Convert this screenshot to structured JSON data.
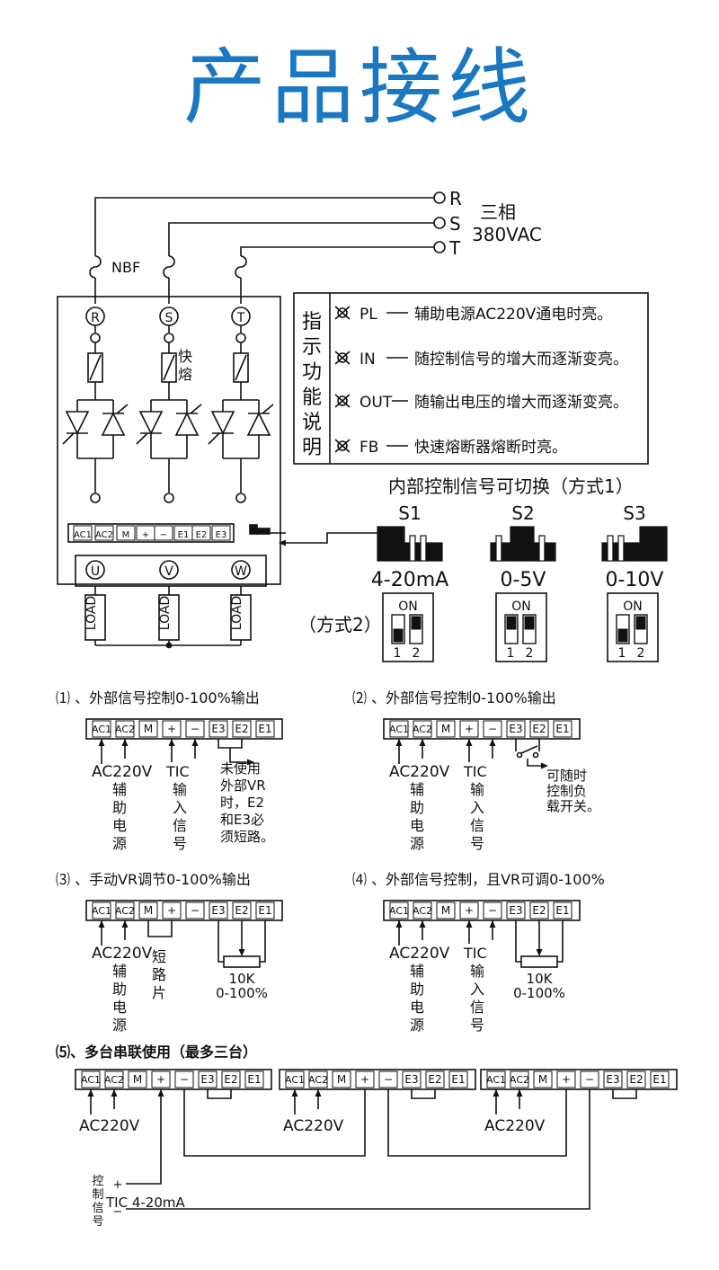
{
  "title": "产品接线",
  "colors": {
    "title": "#1a78c2",
    "line": "#111111",
    "background": "#ffffff"
  },
  "supply": {
    "phases": [
      "R",
      "S",
      "T"
    ],
    "label_line1": "三相",
    "label_line2": "380VAC"
  },
  "breaker_label": "NBF",
  "fuse_label": "快熔",
  "terminals_top": [
    "R",
    "S",
    "T"
  ],
  "terminals_out": [
    "U",
    "V",
    "W"
  ],
  "load_label": "LOAD",
  "terminal_strip": [
    "AC1",
    "AC2",
    "M",
    "+",
    "−",
    "E1",
    "E2",
    "E3"
  ],
  "indicator": {
    "title_chars": [
      "指",
      "示",
      "功",
      "能",
      "说",
      "明"
    ],
    "items": [
      {
        "code": "PL",
        "desc": "辅助电源AC220V通电时亮。"
      },
      {
        "code": "IN",
        "desc": "随控制信号的增大而逐渐变亮。"
      },
      {
        "code": "OUT",
        "desc": "随输出电压的增大而逐渐变亮。"
      },
      {
        "code": "FB",
        "desc": "快速熔断器熔断时亮。"
      }
    ]
  },
  "switch_section": {
    "title": "内部控制信号可切换（方式1）",
    "method2": "（方式2）",
    "switches": [
      {
        "name": "S1",
        "range": "4-20mA",
        "on": "ON",
        "n1": "1",
        "n2": "2"
      },
      {
        "name": "S2",
        "range": "0-5V",
        "on": "ON",
        "n1": "1",
        "n2": "2"
      },
      {
        "name": "S3",
        "range": "0-10V",
        "on": "ON",
        "n1": "1",
        "n2": "2"
      }
    ]
  },
  "wiring_strip": [
    "AC1",
    "AC2",
    "M",
    "+",
    "−",
    "E3",
    "E2",
    "E1"
  ],
  "wirings": [
    {
      "title": "⑴ 、外部信号控制0-100%输出",
      "ac": "AC220V",
      "aux": [
        "辅",
        "助",
        "电",
        "源"
      ],
      "tic": "TIC",
      "input": [
        "输",
        "入",
        "信",
        "号"
      ],
      "note": [
        "未使用",
        "外部VR",
        "时，E2",
        "和E3必",
        "须短路。"
      ]
    },
    {
      "title": "⑵ 、外部信号控制0-100%输出",
      "ac": "AC220V",
      "aux": [
        "辅",
        "助",
        "电",
        "源"
      ],
      "tic": "TIC",
      "input": [
        "输",
        "入",
        "信",
        "号"
      ],
      "note": [
        "可随时",
        "控制负",
        "载开关。"
      ]
    },
    {
      "title": "⑶ 、手动VR调节0-100%输出",
      "ac": "AC220V",
      "aux": [
        "辅",
        "助",
        "电",
        "源"
      ],
      "short": [
        "短",
        "路",
        "片"
      ],
      "pot": "10K",
      "pot_range": "0-100%"
    },
    {
      "title": "⑷ 、外部信号控制，且VR可调0-100%",
      "ac": "AC220V",
      "aux": [
        "辅",
        "助",
        "电",
        "源"
      ],
      "tic": "TIC",
      "input": [
        "输",
        "入",
        "信",
        "号"
      ],
      "pot": "10K",
      "pot_range": "0-100%"
    }
  ],
  "series": {
    "title": "⑸、多台串联使用（最多三台）",
    "ac": "AC220V",
    "control": [
      "控",
      "制",
      "信",
      "号"
    ],
    "tic": "TIC 4-20mA",
    "plus": "+",
    "minus": "−"
  }
}
